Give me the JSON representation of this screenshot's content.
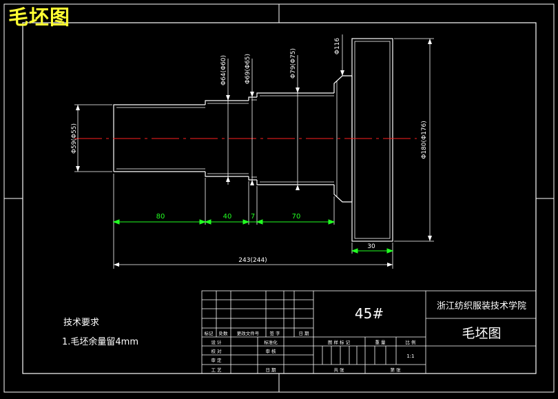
{
  "overlay_title": "毛坯图",
  "drawing": {
    "school": "浙江纺织服装技术学院",
    "drawing_name": "毛坯图",
    "material": "45#",
    "scale": "1:1",
    "tech_requirements": {
      "heading": "技术要求",
      "item1": "1.毛坯余量留4mm"
    },
    "title_block": {
      "label_biaoji": "标记",
      "label_chushu": "处数",
      "label_gengai": "更改文件号",
      "label_qianzi": "签 字",
      "label_riqi": "日 期",
      "label_sheji": "设 计",
      "label_biaozhunhua": "标准化",
      "label_jiaodui": "校 对",
      "label_shenhe": "审 核",
      "label_shending": "审 定",
      "label_gongyi": "工 艺",
      "label_riqi2": "日 期",
      "label_tuyangbiaoji": "图 样 标 记",
      "label_zhongliang": "重 量",
      "label_bili": "比 例",
      "label_gong": "共   张",
      "label_di": "第   张"
    },
    "dimensions": {
      "d80": "80",
      "d40": "40",
      "d7": "7",
      "d70": "70",
      "d30": "30",
      "total_length": "243(244)",
      "phi_left": "Φ59(Φ55)",
      "phi_64": "Φ64(Φ60)",
      "phi_69": "Φ69(Φ65)",
      "phi_79": "Φ79(Φ75)",
      "phi_right": "Φ180(Φ176)",
      "h_116": "Φ116"
    }
  }
}
